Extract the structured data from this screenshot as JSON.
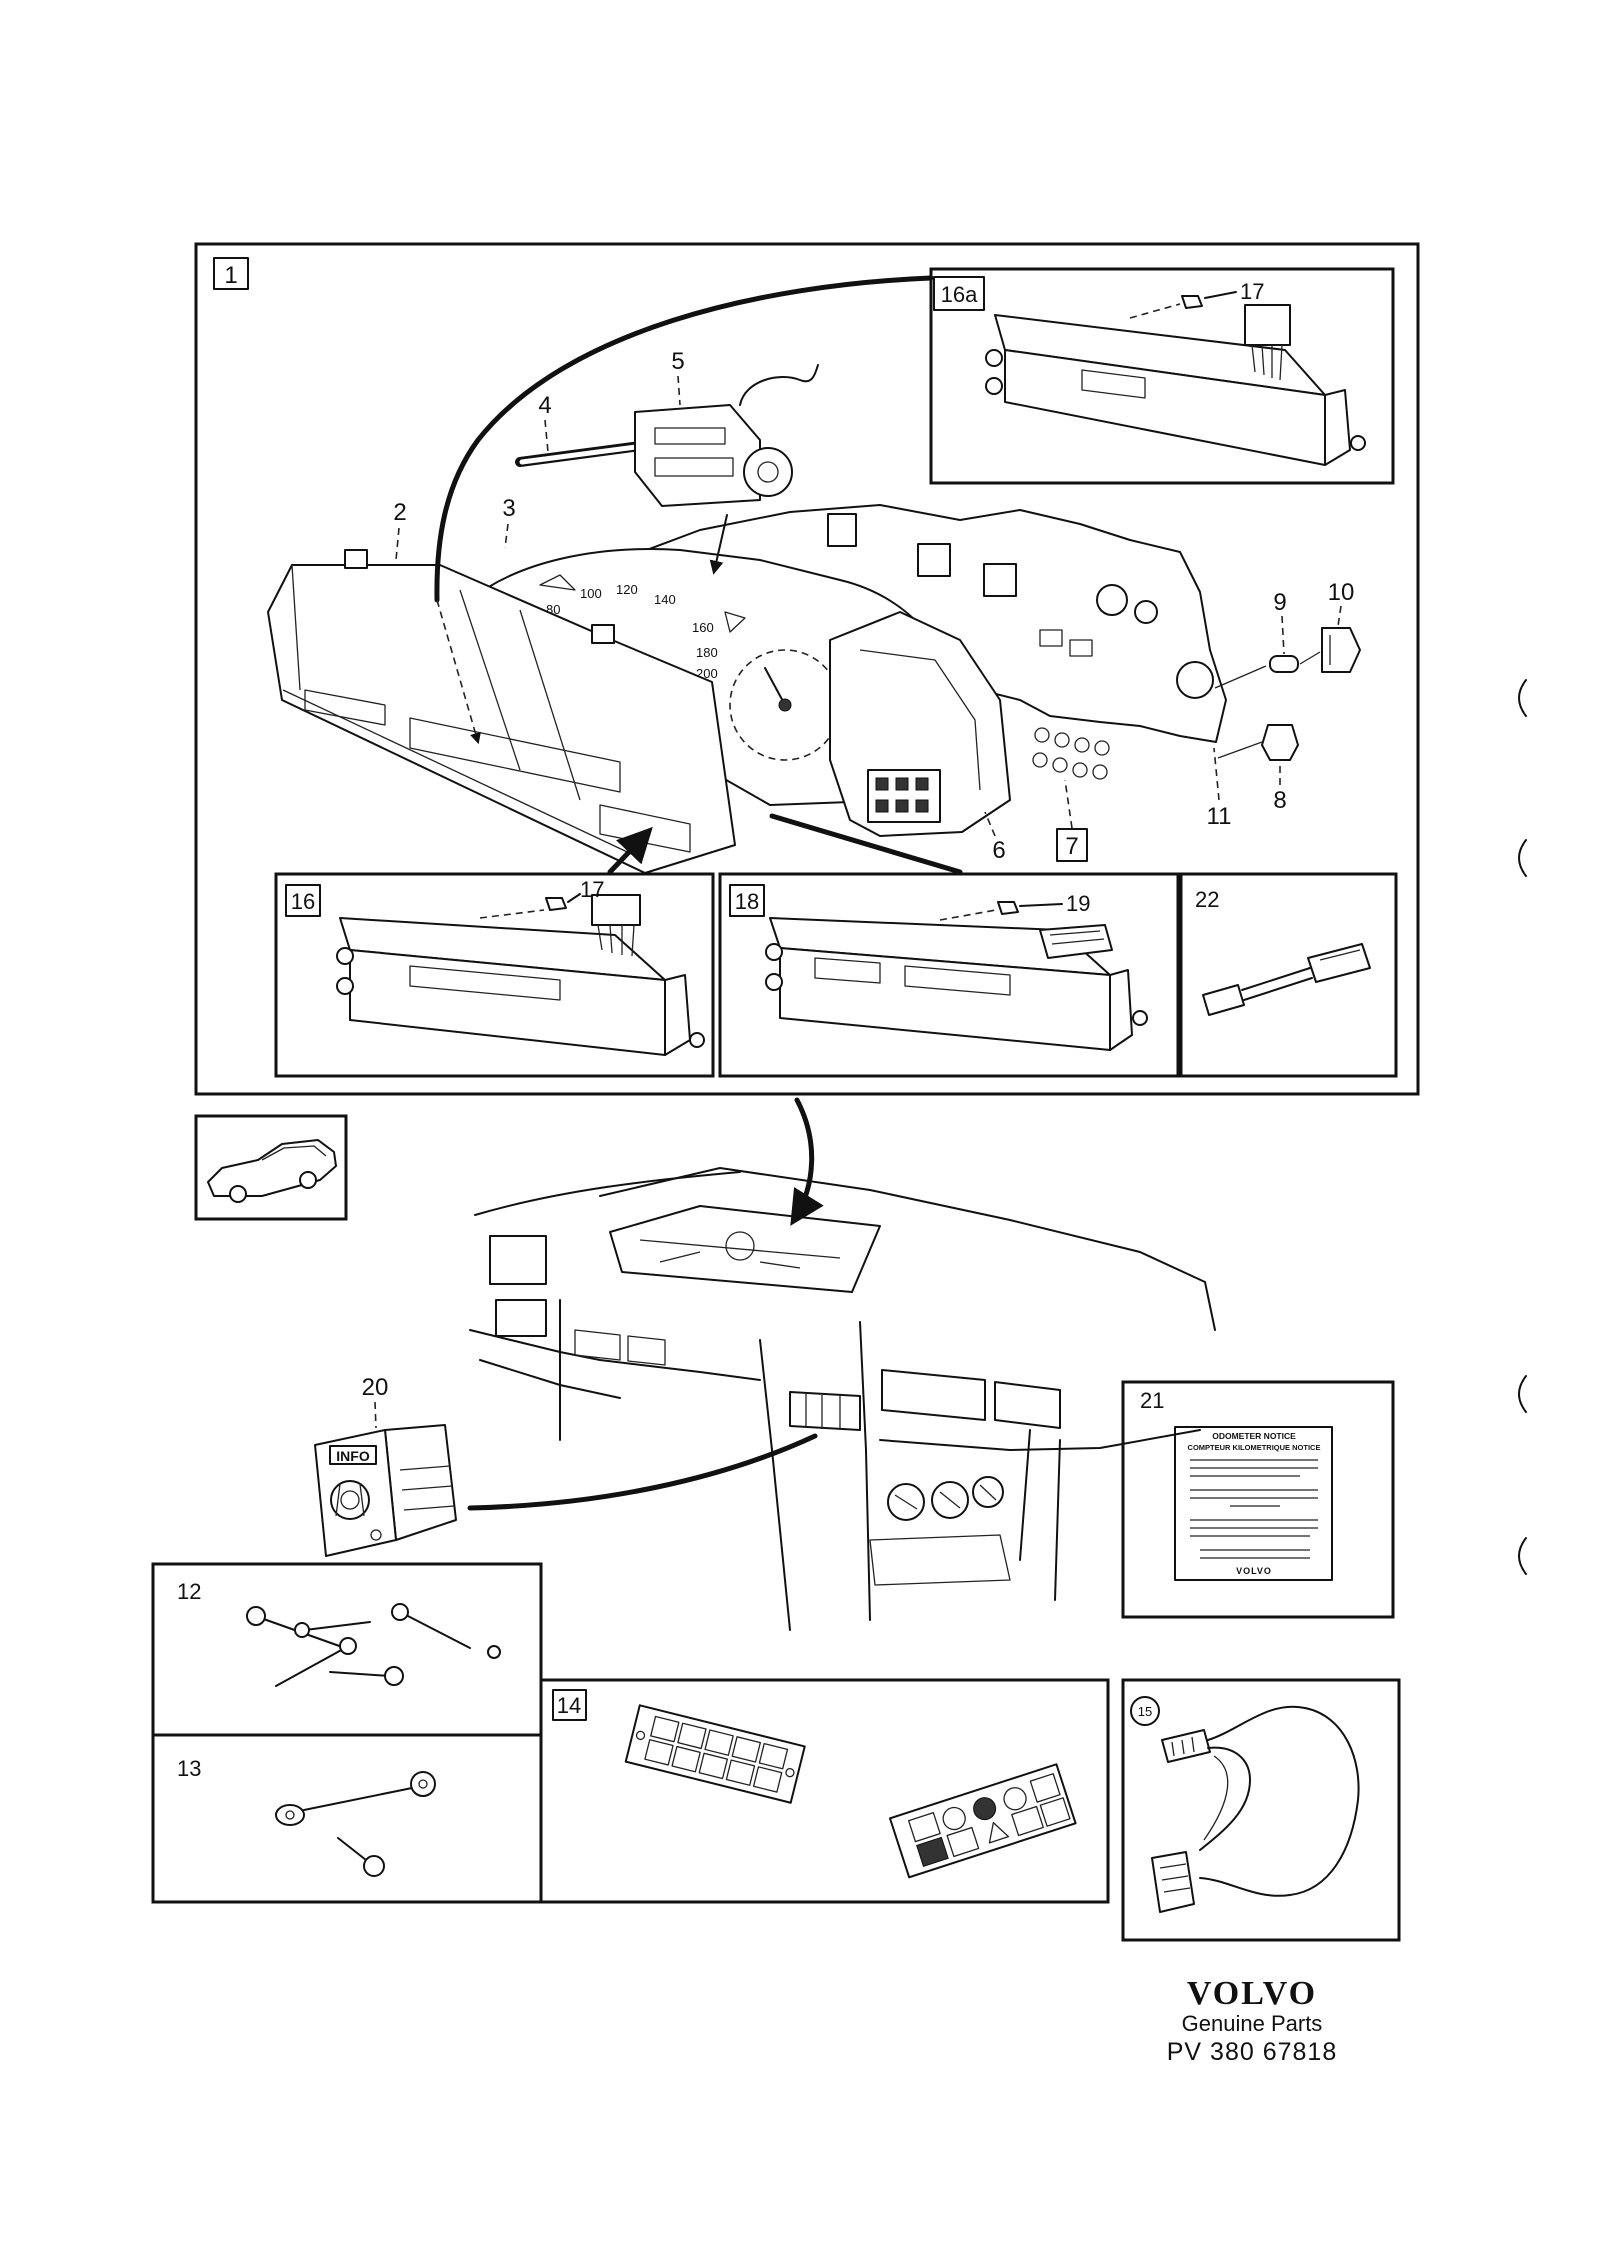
{
  "callouts": {
    "group_1": "1",
    "part_2": "2",
    "part_3": "3",
    "part_4": "4",
    "part_5": "5",
    "part_6": "6",
    "part_7": "7",
    "part_8": "8",
    "part_9": "9",
    "part_10": "10",
    "part_11": "11",
    "part_12": "12",
    "part_13": "13",
    "part_14": "14",
    "part_15": "15",
    "part_16": "16",
    "part_16a": "16a",
    "part_17_in_16a": "17",
    "part_17_in_16": "17",
    "part_18": "18",
    "part_19": "19",
    "part_20": "20",
    "part_21": "21",
    "part_22": "22"
  },
  "dial": {
    "speed_ticks": [
      "80",
      "100",
      "120",
      "140",
      "160",
      "180",
      "200"
    ]
  },
  "part_text": {
    "info_switch_label": "INFO",
    "sticker_title": "ODOMETER NOTICE",
    "sticker_subtitle": "COMPTEUR KILOMETRIQUE NOTICE",
    "sticker_brand": "VOLVO"
  },
  "footer": {
    "brand": "VOLVO",
    "subtitle": "Genuine Parts",
    "part_number": "PV 380 67818"
  }
}
